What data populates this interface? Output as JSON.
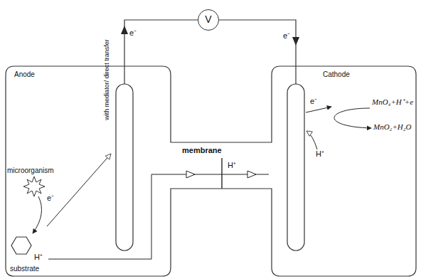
{
  "diagram": {
    "nodes": [
      {
        "text": [
          "V"
        ]
      },
      {
        "text": [
          "Anode"
        ]
      },
      {
        "text": [
          "Cathode"
        ]
      }
    ],
    "edges": [
      {
        "from": 1,
        "to": 0,
        "arrow": "none"
      },
      {
        "from": 0,
        "to": 2,
        "arrow": "none"
      }
    ],
    "labels": [
      "membrane",
      "e⁻",
      "e⁻",
      "with mediator/ direct transfer",
      "microorganism",
      "e⁻",
      "substrate",
      "H⁺",
      "H⁺",
      "e⁻",
      "MnO₄+H⁺+e",
      "MnO₂+H₂O",
      "H⁺"
    ]
  }
}
